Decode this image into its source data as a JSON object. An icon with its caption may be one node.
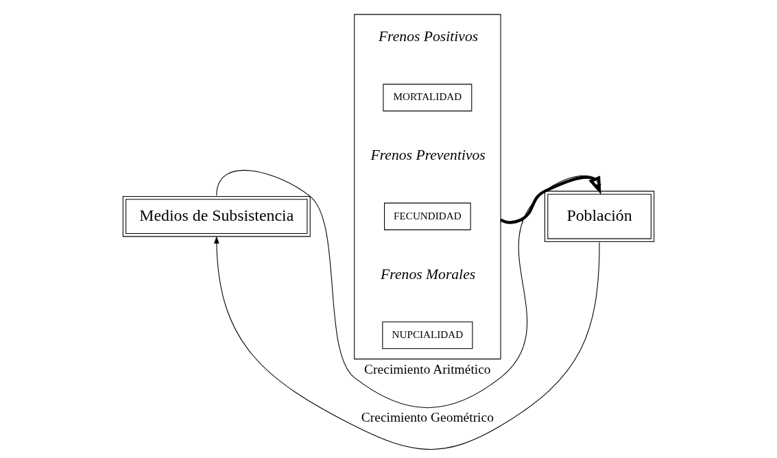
{
  "diagram": {
    "nodes": [
      {
        "text": [
          "Medios de Subsistencia"
        ]
      },
      {
        "text": [
          "Frenos Positivos",
          "Frenos Preventivos",
          "Frenos Morales"
        ]
      },
      {
        "text": [
          "MORTALIDAD"
        ],
        "in": 1
      },
      {
        "text": [
          "FECUNDIDAD"
        ],
        "in": 1
      },
      {
        "text": [
          "NUPCIALIDAD"
        ],
        "in": 1
      },
      {
        "text": [
          "Población"
        ]
      }
    ],
    "edges": [
      {
        "from": 0,
        "to": 5,
        "arrow": "to",
        "label": "Crecimiento Aritmético"
      },
      {
        "from": 5,
        "to": 0,
        "arrow": "to",
        "label": "Crecimiento Geométrico"
      },
      {
        "from": 1,
        "to": 5,
        "arrow": "to",
        "style": "thick"
      }
    ]
  }
}
